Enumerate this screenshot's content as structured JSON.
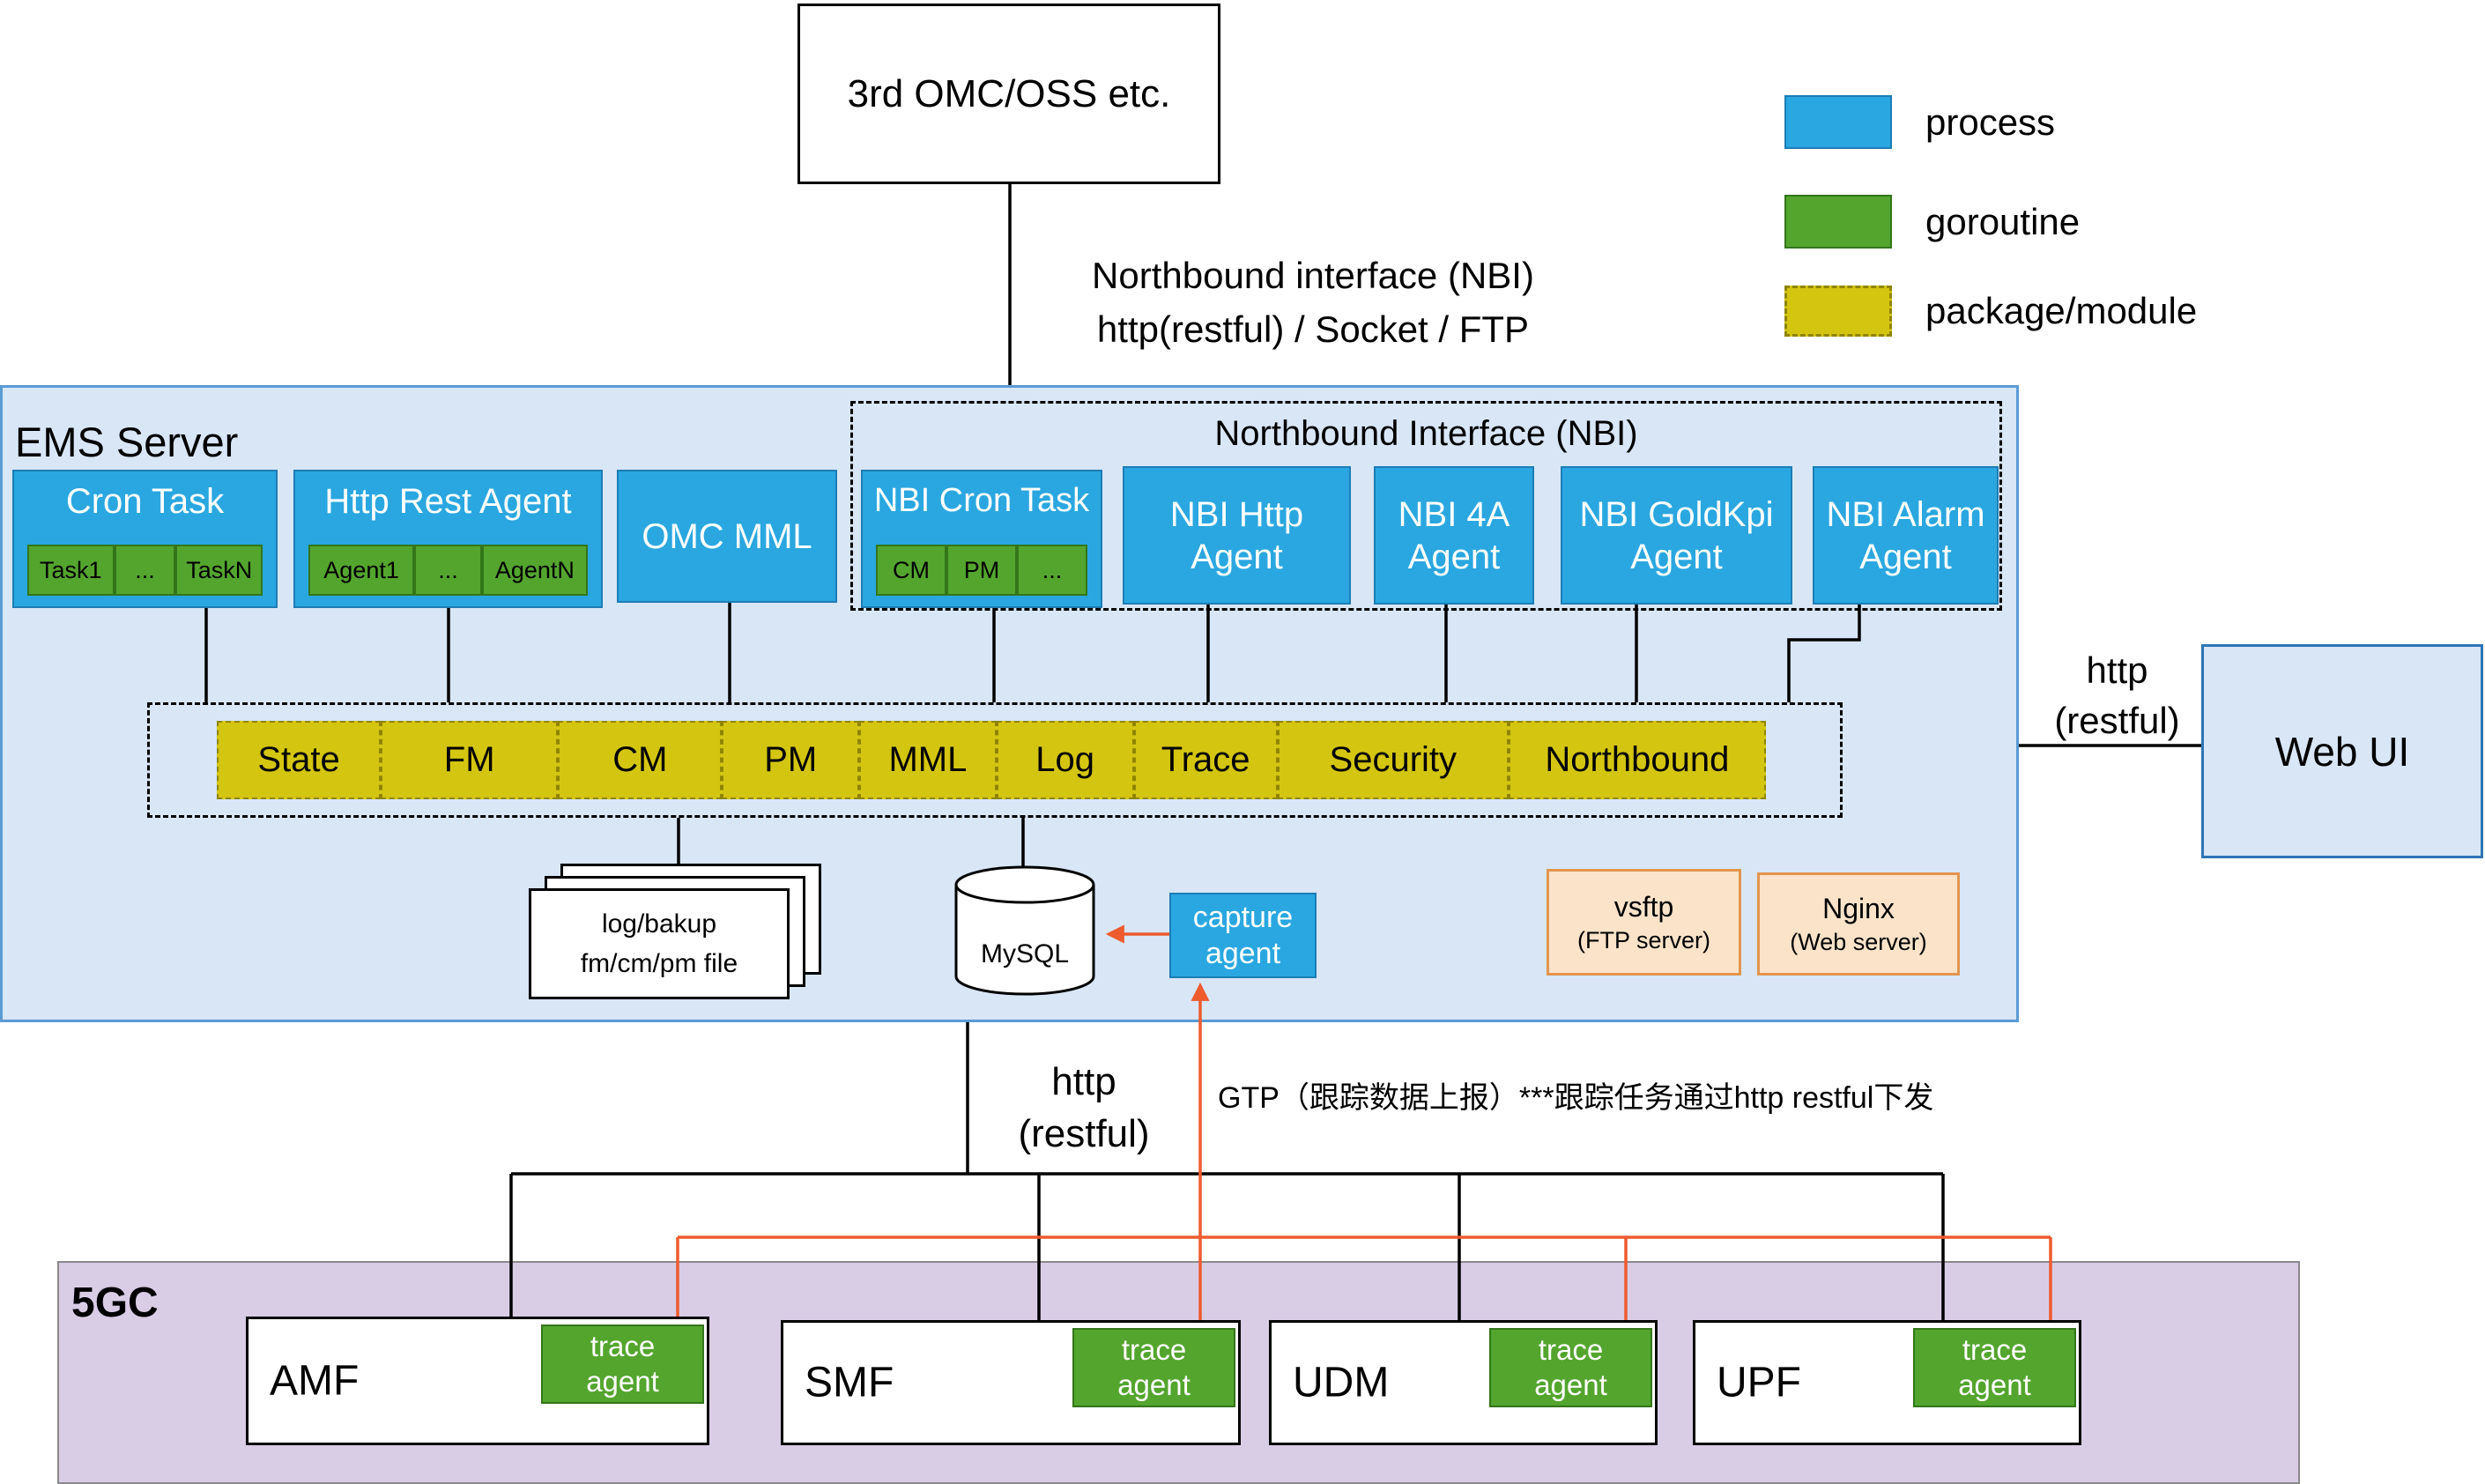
{
  "top": {
    "omc_oss": "3rd OMC/OSS etc.",
    "nbi_link": "Northbound interface (NBI)\nhttp(restful) / Socket / FTP"
  },
  "legend": {
    "process": "process",
    "goroutine": "goroutine",
    "package": "package/module"
  },
  "ems": {
    "title": "EMS Server",
    "cron_task": {
      "title": "Cron Task",
      "items": [
        "Task1",
        "...",
        "TaskN"
      ]
    },
    "http_rest_agent": {
      "title": "Http Rest Agent",
      "items": [
        "Agent1",
        "...",
        "AgentN"
      ]
    },
    "omc_mml": "OMC MML",
    "nbi": {
      "title": "Northbound Interface (NBI)",
      "cron_task": {
        "title": "NBI Cron Task",
        "items": [
          "CM",
          "PM",
          "..."
        ]
      },
      "http_agent": "NBI Http\nAgent",
      "foura_agent": "NBI 4A\nAgent",
      "goldkpi_agent": "NBI GoldKpi\nAgent",
      "alarm_agent": "NBI Alarm\nAgent"
    },
    "modules": [
      "State",
      "FM",
      "CM",
      "PM",
      "MML",
      "Log",
      "Trace",
      "Security",
      "Northbound"
    ],
    "file_store": "log/bakup\nfm/cm/pm file",
    "mysql": "MySQL",
    "capture_agent": "capture\nagent",
    "vsftp": {
      "name": "vsftp",
      "sub": "(FTP server)"
    },
    "nginx": {
      "name": "Nginx",
      "sub": "(Web server)"
    }
  },
  "web_ui": {
    "label": "Web UI",
    "link": "http\n(restful)"
  },
  "south": {
    "http_link": "http\n(restful)",
    "gtp_note": "GTP（跟踪数据上报）***跟踪任务通过http restful下发"
  },
  "five_gc": {
    "title": "5GC",
    "nfs": [
      {
        "name": "AMF",
        "trace": "trace\nagent"
      },
      {
        "name": "SMF",
        "trace": "trace\nagent"
      },
      {
        "name": "UDM",
        "trace": "trace\nagent"
      },
      {
        "name": "UPF",
        "trace": "trace\nagent"
      }
    ]
  },
  "colors": {
    "process_fill": "#2aa7e0",
    "goroutine_fill": "#53a52e",
    "package_fill": "#d4c511",
    "trace_link_orange": "#ee5b2e",
    "ems_bg": "#d8e6f6",
    "five_gc_bg": "#d9cde6",
    "server_box_bg": "#fbe3c9",
    "web_ui_bg": "#d8e6f6"
  }
}
